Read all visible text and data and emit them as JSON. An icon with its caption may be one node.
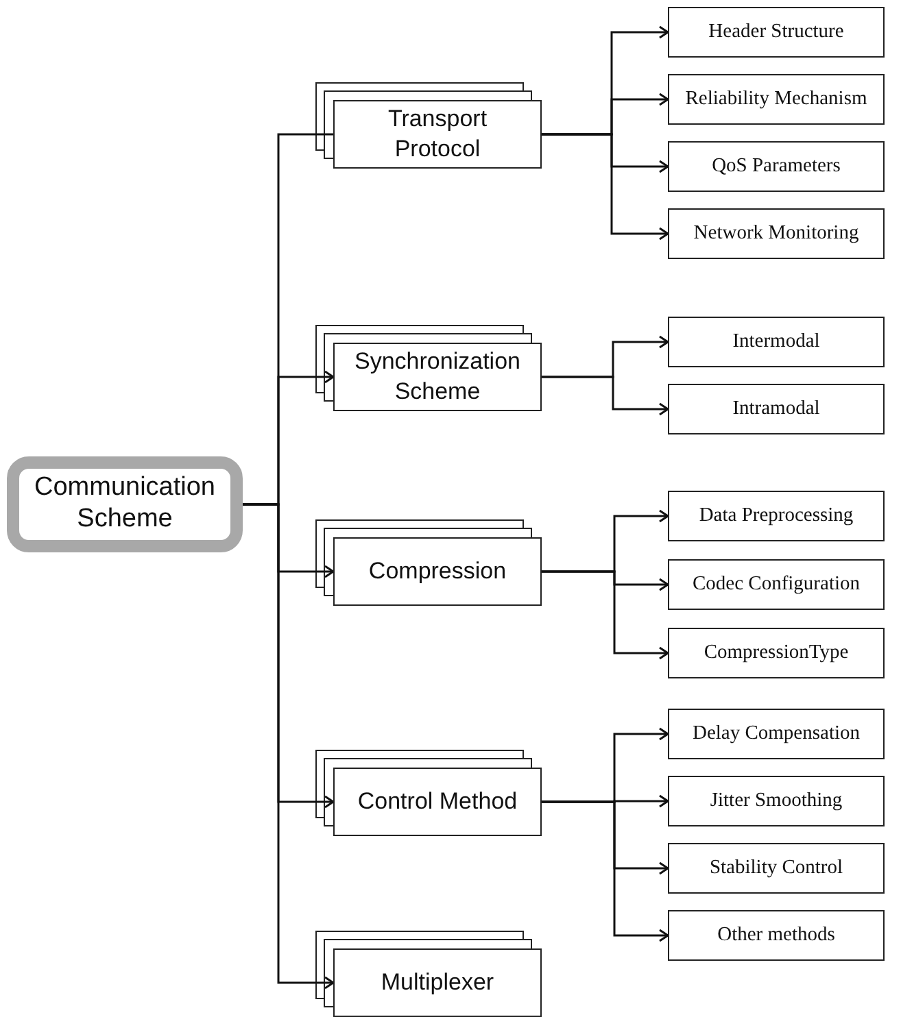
{
  "diagram": {
    "nodes": [
      {
        "text": [
          "Communication Scheme"
        ]
      },
      {
        "text": [
          "Transport Protocol"
        ]
      },
      {
        "text": [
          "Header Structure"
        ]
      },
      {
        "text": [
          "Reliability Mechanism"
        ]
      },
      {
        "text": [
          "QoS Parameters"
        ]
      },
      {
        "text": [
          "Network Monitoring"
        ]
      },
      {
        "text": [
          "Synchronization Scheme"
        ]
      },
      {
        "text": [
          "Intermodal"
        ]
      },
      {
        "text": [
          "Intramodal"
        ]
      },
      {
        "text": [
          "Compression"
        ]
      },
      {
        "text": [
          "Data Preprocessing"
        ]
      },
      {
        "text": [
          "Codec Configuration"
        ]
      },
      {
        "text": [
          "CompressionType"
        ]
      },
      {
        "text": [
          "Control Method"
        ]
      },
      {
        "text": [
          "Delay Compensation"
        ]
      },
      {
        "text": [
          "Jitter Smoothing"
        ]
      },
      {
        "text": [
          "Stability Control"
        ]
      },
      {
        "text": [
          "Other methods"
        ]
      },
      {
        "text": [
          "Multiplexer"
        ]
      }
    ],
    "edges": [
      {
        "from": 0,
        "to": 1,
        "arrow": "none"
      },
      {
        "from": 0,
        "to": 6,
        "arrow": "to"
      },
      {
        "from": 0,
        "to": 9,
        "arrow": "to"
      },
      {
        "from": 0,
        "to": 13,
        "arrow": "to"
      },
      {
        "from": 0,
        "to": 18,
        "arrow": "to"
      },
      {
        "from": 1,
        "to": 2,
        "arrow": "to"
      },
      {
        "from": 1,
        "to": 3,
        "arrow": "to"
      },
      {
        "from": 1,
        "to": 4,
        "arrow": "to"
      },
      {
        "from": 1,
        "to": 5,
        "arrow": "to"
      },
      {
        "from": 6,
        "to": 7,
        "arrow": "to"
      },
      {
        "from": 6,
        "to": 8,
        "arrow": "to"
      },
      {
        "from": 9,
        "to": 10,
        "arrow": "to"
      },
      {
        "from": 9,
        "to": 11,
        "arrow": "to"
      },
      {
        "from": 9,
        "to": 12,
        "arrow": "to"
      },
      {
        "from": 13,
        "to": 14,
        "arrow": "to"
      },
      {
        "from": 13,
        "to": 15,
        "arrow": "to"
      },
      {
        "from": 13,
        "to": 16,
        "arrow": "to"
      },
      {
        "from": 13,
        "to": 17,
        "arrow": "to"
      }
    ]
  }
}
